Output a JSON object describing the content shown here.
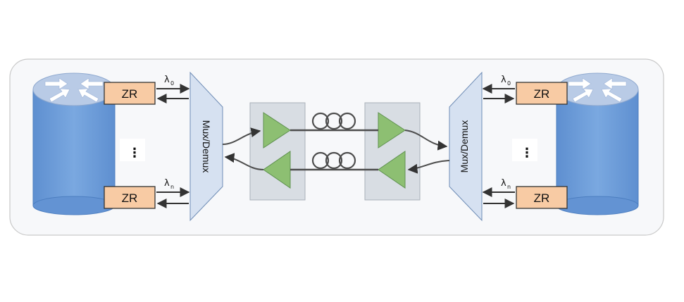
{
  "diagram": {
    "left_site": {
      "transceivers": [
        {
          "label": "ZR",
          "wavelength": "λ",
          "subscript": "0"
        },
        {
          "label": "ZR",
          "wavelength": "λ",
          "subscript": "n"
        }
      ],
      "ellipsis": "⋮",
      "mux_label": "Mux/Demux"
    },
    "right_site": {
      "transceivers": [
        {
          "label": "ZR",
          "wavelength": "λ",
          "subscript": "0"
        },
        {
          "label": "ZR",
          "wavelength": "λ",
          "subscript": "n"
        }
      ],
      "ellipsis": "⋮",
      "mux_label": "Mux/Demux"
    },
    "colors": {
      "router_blue": "#6f9fd8",
      "zr_fill": "#f8cba4",
      "mux_fill": "#d6e1f1",
      "amp_box": "#d8dde3",
      "amp_green": "#8dbf72",
      "panel": "#f7f8fa"
    }
  }
}
